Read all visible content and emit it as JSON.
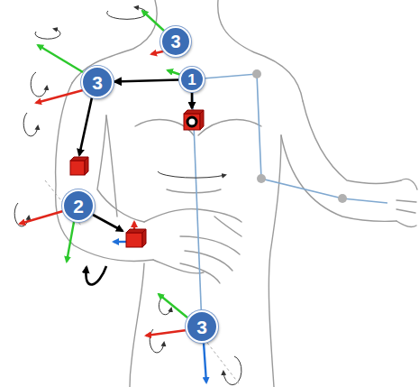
{
  "diagram": {
    "nodes": [
      {
        "text": [
          "3"
        ]
      },
      {
        "text": [
          "1"
        ]
      },
      {
        "text": [
          "3"
        ]
      },
      {
        "text": [
          "2"
        ]
      },
      {
        "text": [
          "3"
        ]
      }
    ],
    "edges": [
      {
        "from": 1,
        "to": 2,
        "arrow": "to"
      }
    ]
  }
}
